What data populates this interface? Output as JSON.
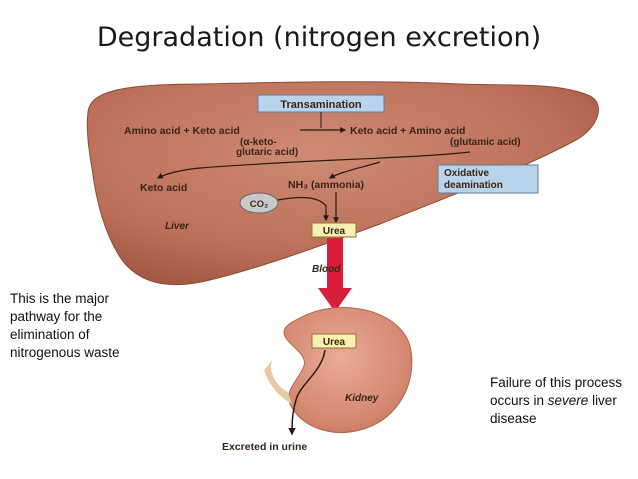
{
  "title": "Degradation (nitrogen excretion)",
  "diagram": {
    "transamination_box": "Transamination",
    "reaction_left": "Amino acid + Keto acid",
    "reaction_left_sub1": "(α-keto-",
    "reaction_left_sub2": "glutaric acid)",
    "reaction_right": "Keto acid + Amino acid",
    "reaction_right_sub": "(glutamic acid)",
    "oxidative_box_line1": "Oxidative",
    "oxidative_box_line2": "deamination",
    "keto_acid": "Keto acid",
    "nh3": "NH₃ (ammonia)",
    "co2": "CO₂",
    "liver": "Liver",
    "urea_liver": "Urea",
    "blood": "Blood",
    "urea_kidney": "Urea",
    "kidney": "Kidney",
    "excreted": "Excreted in urine"
  },
  "left_note": "This is the major pathway for the elimination of nitrogenous waste",
  "right_note": {
    "before": "Failure of this process occurs in ",
    "emphasis": "severe",
    "after": " liver disease"
  },
  "colors": {
    "liver": "#c27760",
    "liver_dark": "#a85a45",
    "kidney": "#d68f7a",
    "box_fill": "#b8d3ea",
    "urea_fill": "#f7f0b0",
    "arrow_red": "#d81e3c"
  }
}
